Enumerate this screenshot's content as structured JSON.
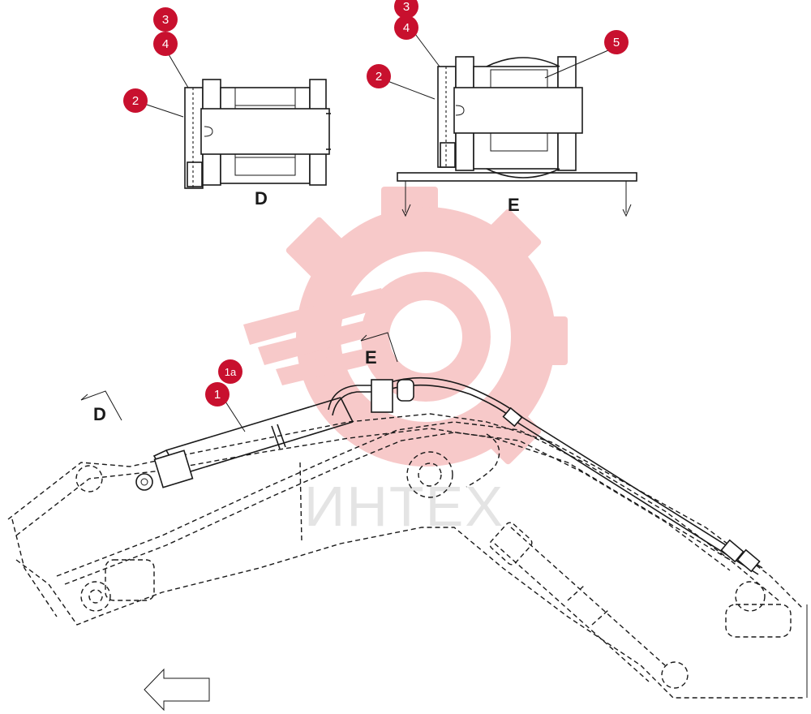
{
  "views": {
    "d": "D",
    "e": "E"
  },
  "markers": {
    "d": "D",
    "e": "E"
  },
  "callouts": [
    {
      "label": "3"
    },
    {
      "label": "4"
    },
    {
      "label": "2"
    },
    {
      "label": "3"
    },
    {
      "label": "4"
    },
    {
      "label": "2"
    },
    {
      "label": "5"
    },
    {
      "label": "1a"
    },
    {
      "label": "1"
    }
  ],
  "watermark": {
    "text": "ИНТЕХ"
  },
  "colors": {
    "callout": "#c8102e",
    "line": "#1a1a1a",
    "watermark": "#f3b8b8"
  }
}
